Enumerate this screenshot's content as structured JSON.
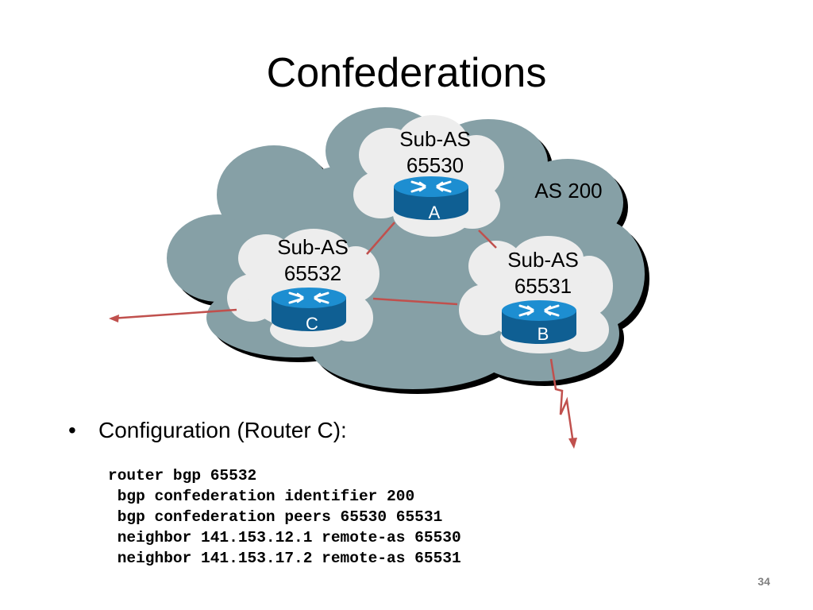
{
  "slide": {
    "title": "Confederations",
    "page_number": "34"
  },
  "diagram": {
    "as_label": "AS 200",
    "sub_as": [
      {
        "id": "A",
        "line1": "Sub-AS",
        "line2": "65530",
        "router_label": "A"
      },
      {
        "id": "B",
        "line1": "Sub-AS",
        "line2": "65531",
        "router_label": "B"
      },
      {
        "id": "C",
        "line1": "Sub-AS",
        "line2": "65532",
        "router_label": "C"
      }
    ],
    "colors": {
      "outer_cloud": "#86a0a6",
      "inner_cloud": "#ededed",
      "link": "#c0504d",
      "router_top": "#1d8ed1",
      "router_side": "#0f5f93",
      "router_arrow": "#ffffff"
    }
  },
  "bullet": {
    "text": "Configuration (Router C):"
  },
  "code": {
    "lines": [
      "router bgp 65532",
      " bgp confederation identifier 200",
      " bgp confederation peers 65530 65531",
      " neighbor 141.153.12.1 remote-as 65530",
      " neighbor 141.153.17.2 remote-as 65531"
    ]
  }
}
